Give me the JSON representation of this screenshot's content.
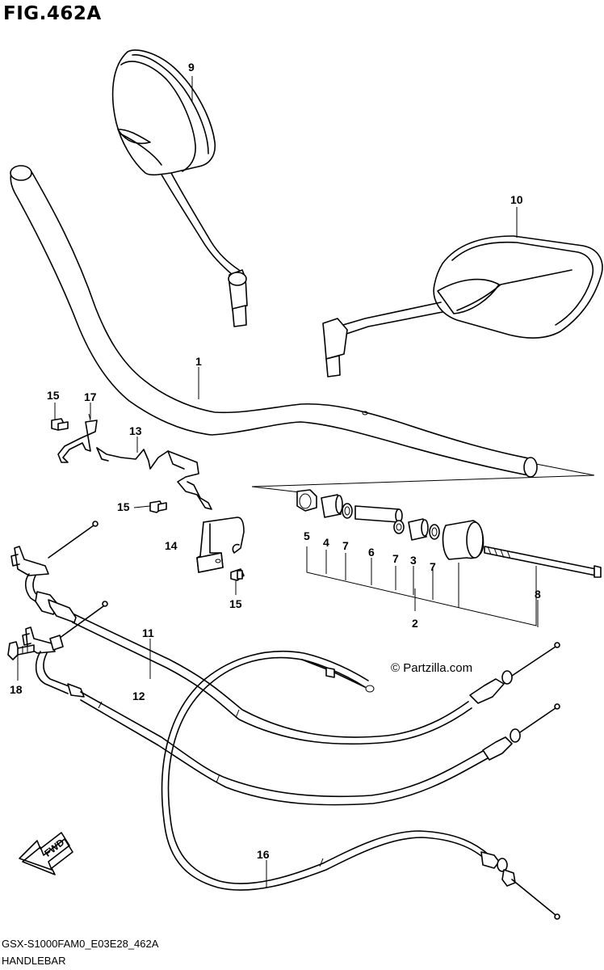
{
  "figure": {
    "title": "FIG.462A",
    "diagram_code": "GSX-S1000FAM0_E03E28_462A",
    "name": "HANDLEBAR",
    "watermark": "© Partzilla.com",
    "fwd_label": "FWD"
  },
  "callouts": {
    "p1": "1",
    "p2": "2",
    "p3": "3",
    "p4": "4",
    "p5": "5",
    "p6": "6",
    "p7a": "7",
    "p7b": "7",
    "p7c": "7",
    "p8": "8",
    "p9": "9",
    "p10": "10",
    "p11": "11",
    "p12": "12",
    "p13": "13",
    "p14": "14",
    "p15a": "15",
    "p15b": "15",
    "p15c": "15",
    "p16": "16",
    "p17": "17",
    "p18": "18"
  }
}
